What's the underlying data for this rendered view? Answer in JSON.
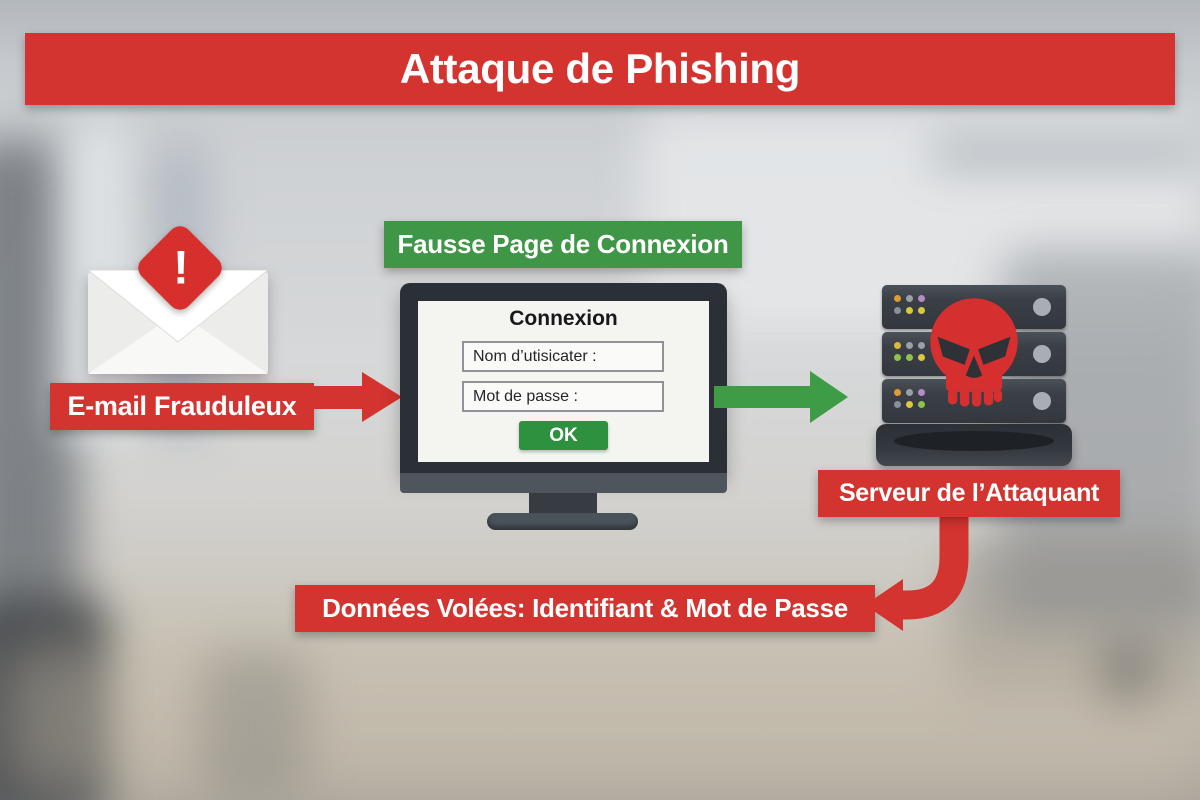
{
  "title": "Attaque de Phishing",
  "email": {
    "label": "E-mail Frauduleux",
    "warning_glyph": "!",
    "icon": "envelope-warning-icon"
  },
  "fake_login": {
    "banner": "Fausse Page de Connexion",
    "heading": "Connexion",
    "username_label": "Nom d’utisicater :",
    "username_value": "",
    "password_label": "Mot de passe :",
    "password_value": "",
    "ok_label": "OK"
  },
  "server": {
    "label": "Serveur de l’Attaquant",
    "icon": "skull-icon"
  },
  "stolen_data": {
    "label": "Données Volées: Identifiant & Mot de Passe"
  },
  "flow": {
    "arrow_email_to_page_color": "#d4342f",
    "arrow_page_to_server_color": "#3f9c46",
    "arrow_server_to_data_color": "#d4342f"
  },
  "colors": {
    "red": "#d4342f",
    "green": "#3e9646",
    "skull_red": "#d62f2f",
    "monitor_frame": "#2b3036",
    "server_slab": "#33383f"
  }
}
